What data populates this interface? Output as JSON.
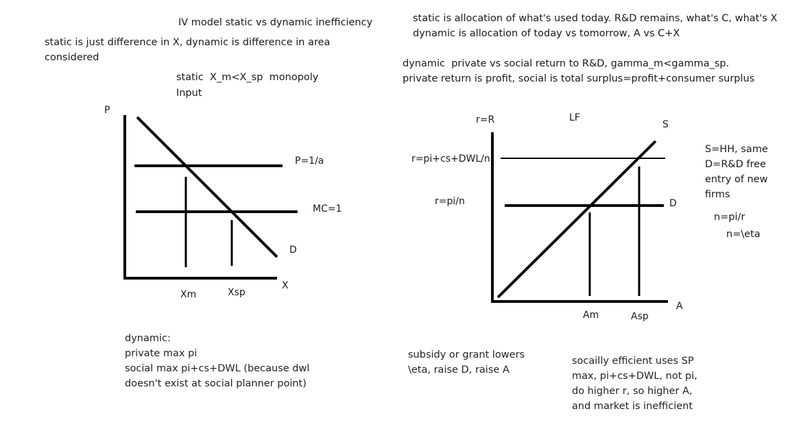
{
  "left_top": {
    "title": "IV model static vs dynamic inefficiency",
    "note_static_dynamic": [
      "static is just difference in X, dynamic is difference in area",
      "considered"
    ],
    "static_line": "static  X_m<X_sp  monopoly",
    "input": "Input"
  },
  "right_top": {
    "static_alloc": [
      "static is allocation of what's used today. R&D remains, what's C, what's X",
      "dynamic is allocation of today vs tomorrow, A vs C+X"
    ],
    "dynamic_returns": [
      "dynamic  private vs social return to R&D, gamma_m<gamma_sp.",
      "private return is profit, social is total surplus=profit+consumer surplus"
    ]
  },
  "left_graph": {
    "y_axis": "P",
    "x_axis": "X",
    "price_line": "P=1/a",
    "mc_line": "MC=1",
    "demand": "D",
    "xm": "Xm",
    "xsp": "Xsp"
  },
  "right_graph": {
    "y_axis": "r=R",
    "x_axis": "A",
    "lf": "LF",
    "supply": "S",
    "demand": "D",
    "social_r": "r=pi+cs+DWL/n",
    "private_r": "r=pi/n",
    "am": "Am",
    "asp": "Asp",
    "side_notes": [
      "S=HH, same",
      "D=R&D free",
      "entry of new",
      "firms"
    ],
    "n_eq1": "n=pi/r",
    "n_eq2": "n=\\eta"
  },
  "bottom": {
    "dynamic_notes": [
      "dynamic:",
      "private max pi",
      "social max pi+cs+DWL (because dwl",
      "doesn't exist at social planner point)"
    ],
    "subsidy_notes": [
      "subsidy or grant lowers",
      "\\eta, raise D, raise A"
    ],
    "efficiency_notes": [
      "socailly efficient uses SP",
      "max, pi+cs+DWL, not pi,",
      "do higher r, so higher A,",
      "and market is inefficient"
    ]
  }
}
